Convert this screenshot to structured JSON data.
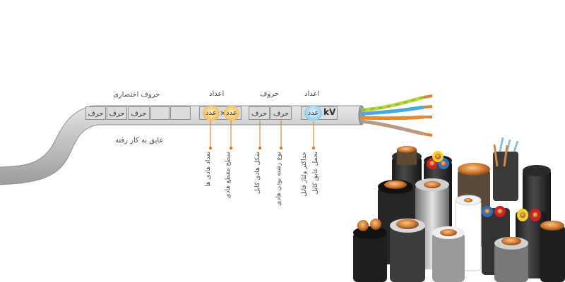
{
  "header_labels": {
    "abbreviation_letters": "حروف اختصاری",
    "numbers_left": "اعداد",
    "letters": "حروف",
    "numbers_right": "اعداد"
  },
  "sheath_note": "عایق به کار رفته",
  "boxes": {
    "abbr_1": "حرف",
    "abbr_2": "حرف",
    "abbr_3": "حرف",
    "num_count": "عدد",
    "times_sign": "×",
    "num_section": "عدد",
    "letter_1": "حرف",
    "letter_2": "حرف",
    "voltage_num": "عدد",
    "voltage_unit": "kV"
  },
  "callouts": {
    "wire_count": "تعداد هادی ها",
    "cross_section": "سطح مقطع هادی",
    "conductor_shape": "شکل هادی کابل",
    "strand_type": "نوع رشته بودن هادی",
    "max_voltage": "حداکثر ولتاژ قابل",
    "voltage_tolerance": "تحمل عایق کابل"
  },
  "colors": {
    "sheath": "#b9b9b9",
    "wire_yellow_green": "#c6d23a",
    "wire_blue": "#4aa8e0",
    "wire_orange": "#e8892e",
    "wire_brown": "#8a5a2b",
    "copper": "#c8702e",
    "marker_orange": "#f2a24a",
    "marker_blue": "#56aee0"
  }
}
